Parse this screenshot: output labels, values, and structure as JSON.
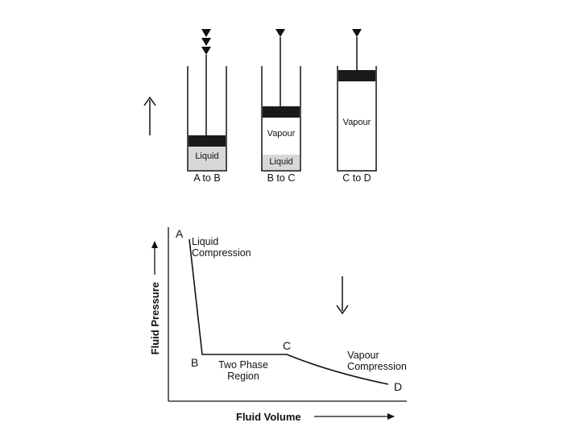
{
  "cylinders": [
    {
      "caption": "A to B",
      "fill_label": "Liquid",
      "weights": 3
    },
    {
      "caption": "B to C",
      "upper_label": "Vapour",
      "fill_label": "Liquid",
      "weights": 1
    },
    {
      "caption": "C to D",
      "upper_label": "Vapour",
      "weights": 1
    }
  ],
  "arrows": {
    "up_direction": "up",
    "down_direction": "down"
  },
  "chart": {
    "points": {
      "a": "A",
      "b": "B",
      "c": "C",
      "d": "D"
    },
    "regions": {
      "liquid_line1": "Liquid",
      "liquid_line2": "Compression",
      "two_phase_line1": "Two Phase",
      "two_phase_line2": "Region",
      "vapour_line1": "Vapour",
      "vapour_line2": "Compression"
    },
    "ylabel": "Fluid Pressure",
    "xlabel": "Fluid Volume"
  },
  "colors": {
    "ink": "#111111",
    "liquid_fill": "#d8d8d8",
    "piston": "#1a1a1a"
  }
}
